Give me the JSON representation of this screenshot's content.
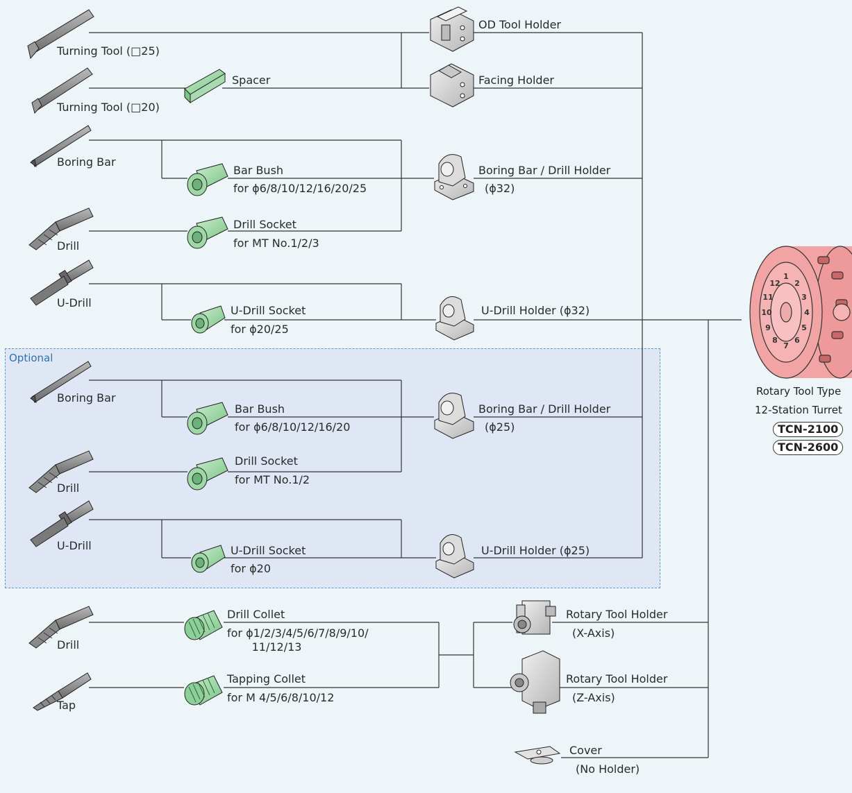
{
  "optional_label": "Optional",
  "tools": {
    "turning_25": "Turning Tool (□25)",
    "turning_20": "Turning Tool (□20)",
    "boring_bar": "Boring Bar",
    "drill": "Drill",
    "u_drill": "U-Drill",
    "opt_boring_bar": "Boring Bar",
    "opt_drill": "Drill",
    "opt_u_drill": "U-Drill",
    "collet_drill": "Drill",
    "tap": "Tap"
  },
  "adapters": {
    "spacer": "Spacer",
    "bar_bush": "Bar Bush",
    "bar_bush_sub": "for ϕ6/8/10/12/16/20/25",
    "drill_socket": "Drill Socket",
    "drill_socket_sub": "for MT No.1/2/3",
    "udrill_socket": "U-Drill Socket",
    "udrill_socket_sub": "for ϕ20/25",
    "opt_bar_bush": "Bar Bush",
    "opt_bar_bush_sub": "for ϕ6/8/10/12/16/20",
    "opt_drill_socket": "Drill Socket",
    "opt_drill_socket_sub": "for MT No.1/2",
    "opt_udrill_socket": "U-Drill Socket",
    "opt_udrill_socket_sub": "for ϕ20",
    "drill_collet": "Drill Collet",
    "drill_collet_sub": "for ϕ1/2/3/4/5/6/7/8/9/10/\n       11/12/13",
    "tapping_collet": "Tapping Collet",
    "tapping_collet_sub": "for M 4/5/6/8/10/12"
  },
  "holders": {
    "od": "OD Tool Holder",
    "facing": "Facing Holder",
    "boring_drill": "Boring Bar / Drill Holder",
    "boring_drill_sub": "(ϕ32)",
    "udrill": "U-Drill Holder (ϕ32)",
    "opt_boring_drill": "Boring Bar / Drill Holder",
    "opt_boring_drill_sub": "(ϕ25)",
    "opt_udrill": "U-Drill Holder (ϕ25)",
    "rotary_x": "Rotary Tool Holder",
    "rotary_x_sub": "(X-Axis)",
    "rotary_z": "Rotary Tool Holder",
    "rotary_z_sub": "(Z-Axis)",
    "cover": "Cover",
    "cover_sub": "(No Holder)"
  },
  "turret": {
    "line1": "Rotary Tool Type",
    "line2": "12-Station Turret",
    "model1": "TCN-2100",
    "model2": "TCN-2600",
    "numbers": [
      "1",
      "2",
      "3",
      "4",
      "5",
      "6",
      "7",
      "8",
      "9",
      "10",
      "11",
      "12"
    ]
  },
  "colors": {
    "background": "#eef5f9",
    "optional_fill": "#dfe6f4",
    "optional_border": "#5b9ac9",
    "adapter_green": "#9ed8a6",
    "holder_gray": "#d4d4d4",
    "tool_gray": "#8a8a8a",
    "turret_pink": "#f2a4a4",
    "line": "#333333"
  }
}
